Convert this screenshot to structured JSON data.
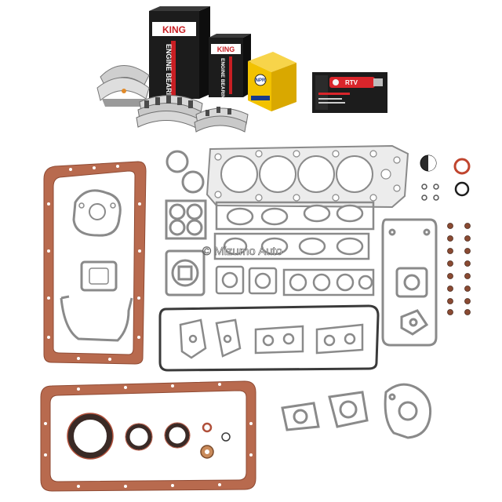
{
  "product_text": {
    "bearing_box_large_brand": "KING",
    "bearing_box_large_side": "ENGINE BEARINGS",
    "bearing_box_small_brand": "KING",
    "bearing_box_small_side": "ENGINE BEARINGS",
    "ring_box_brand": "NPR",
    "sealant_tube_brand": "RTV"
  },
  "watermark": "© Mizumo Auto",
  "colors": {
    "gasket_gray": "#8a8a8a",
    "gasket_fill": "#e9e9e9",
    "pan_gasket": "#b86a4e",
    "pan_gasket_edge": "#8f4a33",
    "seal_dark": "#3a2a26",
    "seal_rim": "#b0503a",
    "box_black": "#1c1c1c",
    "box_red": "#c81e23",
    "npr_yellow": "#f2c200",
    "tube_red": "#d9252b"
  }
}
